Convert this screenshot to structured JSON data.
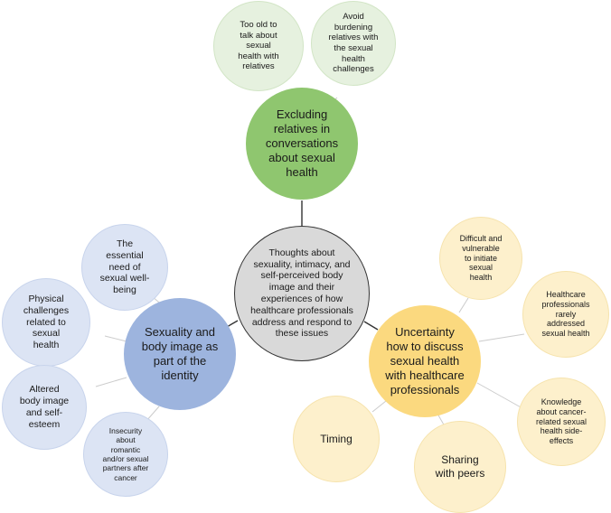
{
  "center": {
    "label": "Thoughts about\nsexuality, intimacy, and\nself-perceived body\nimage and their\nexperiences of how\nhealthcare professionals\naddress and respond to\nthese issues"
  },
  "themes": [
    {
      "label": "Excluding\nrelatives in\nconversations\nabout sexual\nhealth",
      "color": "#8fc66f",
      "subthemes": [
        "Too old to\ntalk about\nsexual\nhealth with\nrelatives",
        "Avoid\nburdening\nrelatives with\nthe sexual\nhealth\nchallenges"
      ]
    },
    {
      "label": "Sexuality and\nbody image as\npart of the\nidentity",
      "color": "#9db4de",
      "subthemes": [
        "The\nessential\nneed of\nsexual well-\nbeing",
        "Physical\nchallenges\nrelated to\nsexual\nhealth",
        "Altered\nbody image\nand self-\nesteem",
        "Insecurity\nabout\nromantic\nand/or sexual\npartners after\ncancer"
      ]
    },
    {
      "label": "Uncertainty\nhow to discuss\nsexual health\nwith healthcare\nprofessionals",
      "color": "#fbd97f",
      "subthemes": [
        "Difficult and\nvulnerable\nto initiate\nsexual\nhealth",
        "Healthcare\nprofessionals\nrarely\naddressed\nsexual health",
        "Knowledge\nabout cancer-\nrelated sexual\nhealth side-\neffects",
        "Sharing\nwith peers",
        "Timing"
      ]
    }
  ]
}
